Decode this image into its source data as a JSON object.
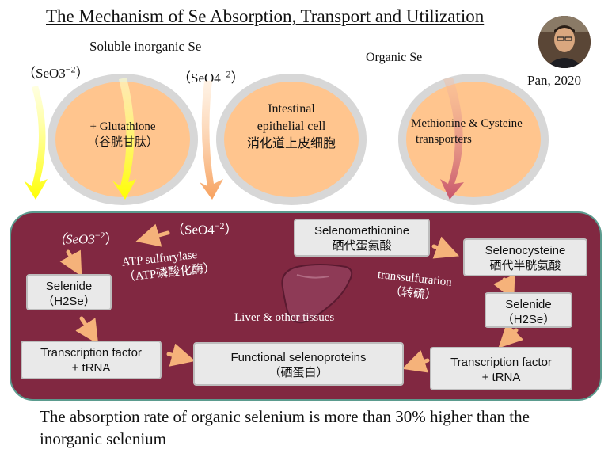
{
  "title": "The Mechanism of  Se Absorption, Transport and Utilization",
  "author": "Pan, 2020",
  "top": {
    "soluble_label": "Soluble inorganic Se",
    "organic_label": "Organic Se",
    "seo3_left": "（SeO3",
    "seo3_exp": "−2",
    "seo3_right": "）",
    "seo4_left": "（SeO4",
    "seo4_exp": "−2",
    "seo4_right": "）",
    "circle1_en": "+ Glutathione",
    "circle1_cn": "（谷胱甘肽）",
    "circle2_en1": "Intestinal",
    "circle2_en2": "epithelial cell",
    "circle2_cn": "消化道上皮细胞",
    "circle3_en1": "Methionine & Cysteine",
    "circle3_en2": "transporters"
  },
  "panel": {
    "seo3_left": "（SeO3",
    "seo3_exp": "−2",
    "seo3_right": "）",
    "seo4_left": "（SeO4",
    "seo4_exp": "−2",
    "seo4_right": "）",
    "atp_en": "ATP sulfurylase",
    "atp_cn": "（ATP磷酸化酶）",
    "liver": "Liver & other tissues",
    "transsulfuration_en": "transsulfuration",
    "transsulfuration_cn": "（转硫）",
    "boxes": {
      "selenide_left_1": "Selenide",
      "selenide_left_2": "（H2Se）",
      "tf_left_1": "Transcription factor",
      "tf_left_2": "+ tRNA",
      "functional_1": "Functional selenoproteins",
      "functional_2": "（硒蛋白）",
      "selenomethionine_1": "Selenomethionine",
      "selenomethionine_2": "硒代蛋氨酸",
      "selenocysteine_1": "Selenocysteine",
      "selenocysteine_2": "硒代半胱氨酸",
      "selenide_right_1": "Selenide",
      "selenide_right_2": "（H2Se）",
      "tf_right_1": "Transcription factor",
      "tf_right_2": "+ tRNA"
    }
  },
  "conclusion": "The absorption rate of organic selenium is more than 30% higher than the inorganic selenium",
  "colors": {
    "panel": "#812841",
    "panel_border": "#5b9b8e",
    "circle_fill": "#ffc58e",
    "circle_ring": "#d7d7d7",
    "arrow": "#f5b27a",
    "yellow_arrow": "#ffff33"
  }
}
